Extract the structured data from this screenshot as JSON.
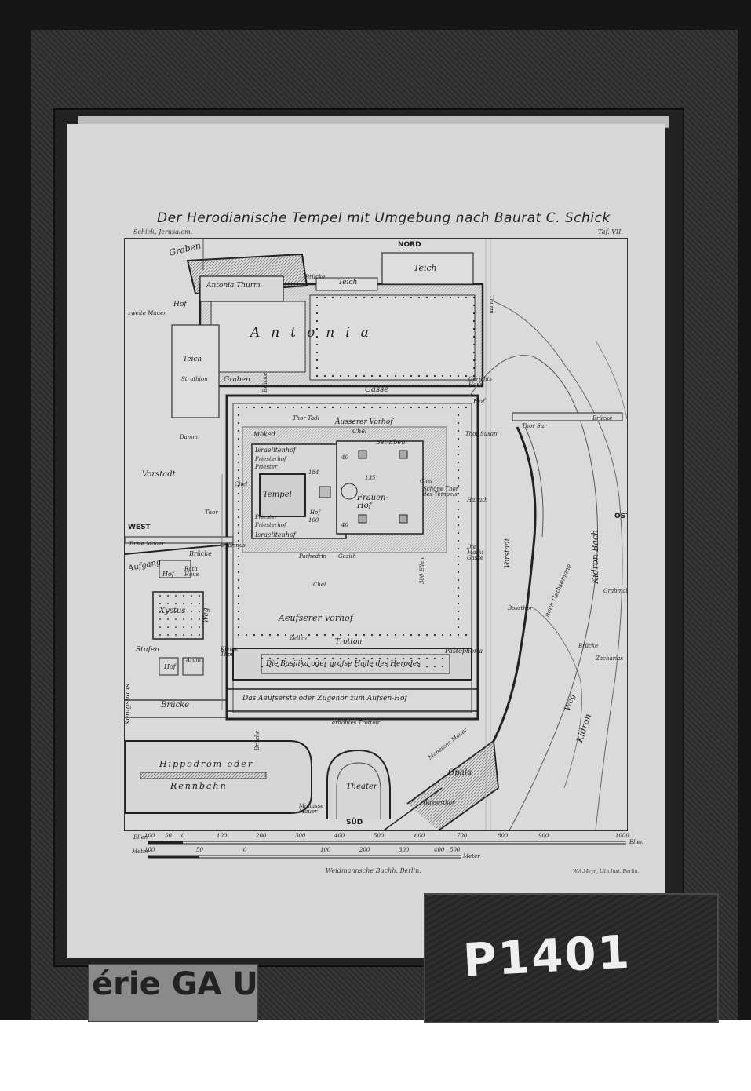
{
  "document": {
    "title": "Der Herodianische Tempel mit Umgebung nach Baurat C. Schick",
    "plate_author": "Schick, Jerusalem.",
    "plate_number": "Taf. VII.",
    "publisher": "Weidmannsche Buchh. Berlin.",
    "printer": "W.A.Meyn, Lith.Inst. Berlin.",
    "catalog_number": "P1401",
    "spine_text": "érie  GA  U"
  },
  "map": {
    "compass": {
      "north": "NORD",
      "south": "SÜD",
      "west": "WEST",
      "east": "OST"
    },
    "labels": {
      "graben_top": "Graben",
      "teich_top": "Teich",
      "antonia_thurm": "Antonia Thurm",
      "bruecke_top": "Brücke",
      "teich_mid": "Teich",
      "hof_left": "Hof",
      "zweite_mauer": "zweite Mauer",
      "antonia": "Antonia",
      "thurm": "Thurm",
      "teich_left": "Teich",
      "struthion": "Struthion",
      "graben_mid": "Graben",
      "bruecke_vertical": "Brücke",
      "gasse": "Gasse",
      "gerichtshaus": "Gerichts Haus",
      "hof_right": "Hof",
      "damm": "Damm",
      "thor_tadi": "Thor Tadi",
      "aeusserer_vorhof_top": "Äusserer Vorhof",
      "chel_top": "Chel",
      "thor_sur": "Thor Sur",
      "bruecke_right": "Brücke",
      "moked": "Moked",
      "bet_eben": "Bet-Eben",
      "thor_susan": "Thor Susan",
      "vorstadt_left": "Vorstadt",
      "israelitenhof_top": "Israelitenhof",
      "priesterhof_top": "Priesterhof",
      "priester": "Priester",
      "chel_left": "Chel",
      "tempel": "Tempel",
      "hof_inner": "Hof",
      "frauen_hof": "Frauen-Hof",
      "chel_right": "Chel",
      "schoene_thor": "Schöne Thor des Tempels",
      "hanuth": "Hanuth",
      "thor": "Thor",
      "priester_lower": "Priester",
      "priesterhof_lower": "Priesterhof",
      "israelitenhof_lower": "Israelitenhof",
      "ellen_300": "300 Ellen",
      "vorstadt_right": "Vorstadt",
      "kidron_bach": "Kidron Bach",
      "erste_mauer": "Erste Mauer",
      "bruecke_left": "Brücke",
      "cyprinus": "Cyprinus",
      "aufgang": "Aufgang",
      "parhedrin": "Parhedrin",
      "gazith": "Gazith",
      "chel_bottom": "Chel",
      "die_markt_gasse": "Die Markt Gasse",
      "hof_rathhaus": "Hof",
      "rath_haus": "Rath Haus",
      "xystus": "Xystus",
      "weg": "Weg",
      "aeusserer_vorhof": "Aeufserer Vorhof",
      "zelten": "Zellen",
      "trottoir": "Trottoir",
      "bosnthor": "Bossthor",
      "gethsemane": "nach Gethsemane",
      "grabmal": "Grabmal",
      "stufen": "Stufen",
      "kleine_thor": "Kleine Thor",
      "hof_lower_left": "Hof",
      "archiv": "Archiv",
      "basilika": "Die Basilika oder grofse Halle des Herodes",
      "pastophoria": "Pastophoria",
      "bruecke_bottom_right": "Brücke",
      "zacharias": "Zacharias",
      "koenigshaus": "Königshaus",
      "bruecke_lower_left": "Brücke",
      "aeusserste": "Das Aeufserste oder Zugehör zum Aufsen-Hof",
      "erhoehtes_trottoir": "erhöhtes Trottoir",
      "bruecke_lower_vertical": "Brücke",
      "weg_lower": "Weg",
      "kidron_lower": "Kidron",
      "manasses_mauer": "Manasses Mauer",
      "hippodrom": "Hippodrom oder",
      "rennbahn": "Rennbahn",
      "theater": "Theater",
      "ophla": "Ophla",
      "wasserthor": "Wasserthor",
      "manasses_mauer_bottom": "Manasse Mauer",
      "num_184": "184",
      "num_135": "135",
      "num_40a": "40",
      "num_40b": "40",
      "num_100": "100"
    },
    "scale": {
      "ellen_label": "Ellen",
      "meter_label": "Meter",
      "ellen_ticks": [
        "100",
        "50",
        "0",
        "100",
        "200",
        "300",
        "400",
        "500",
        "600",
        "700",
        "800",
        "900",
        "1000"
      ],
      "meter_ticks": [
        "100",
        "50",
        "0",
        "100",
        "200",
        "300",
        "400",
        "500"
      ],
      "ellen_end": "Ellen",
      "meter_end": "Meter"
    }
  },
  "colors": {
    "paper": "#d7d7d7",
    "ink": "#1c1c1c",
    "photo_background": "#161616"
  }
}
